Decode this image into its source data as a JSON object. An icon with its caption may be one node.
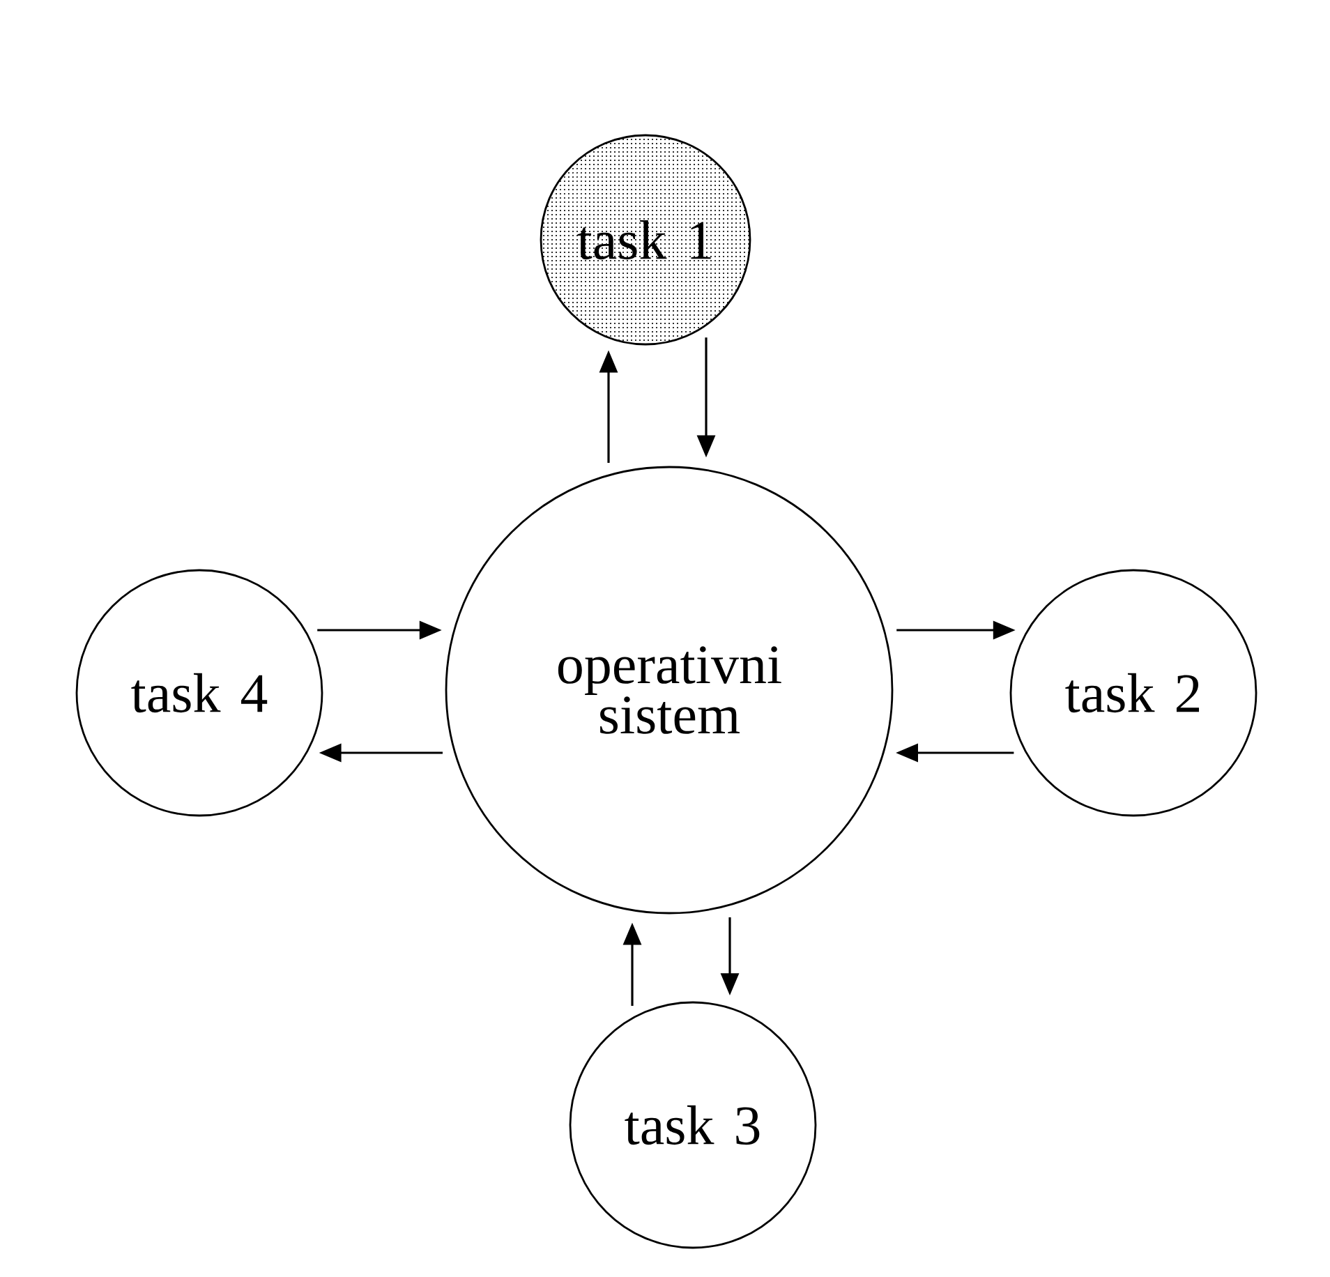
{
  "diagram": {
    "nodes": [
      {
        "text": [
          "operativni sistem"
        ]
      },
      {
        "text": [
          "task 1"
        ]
      },
      {
        "text": [
          "task 2"
        ]
      },
      {
        "text": [
          "task 3"
        ]
      },
      {
        "text": [
          "task 4"
        ]
      }
    ],
    "edges": [
      {
        "from": 0,
        "to": 1,
        "arrow": "to"
      },
      {
        "from": 1,
        "to": 0,
        "arrow": "to"
      },
      {
        "from": 0,
        "to": 2,
        "arrow": "to"
      },
      {
        "from": 2,
        "to": 0,
        "arrow": "to"
      },
      {
        "from": 3,
        "to": 0,
        "arrow": "to"
      },
      {
        "from": 0,
        "to": 3,
        "arrow": "to"
      },
      {
        "from": 4,
        "to": 0,
        "arrow": "to"
      },
      {
        "from": 0,
        "to": 4,
        "arrow": "to"
      }
    ]
  }
}
